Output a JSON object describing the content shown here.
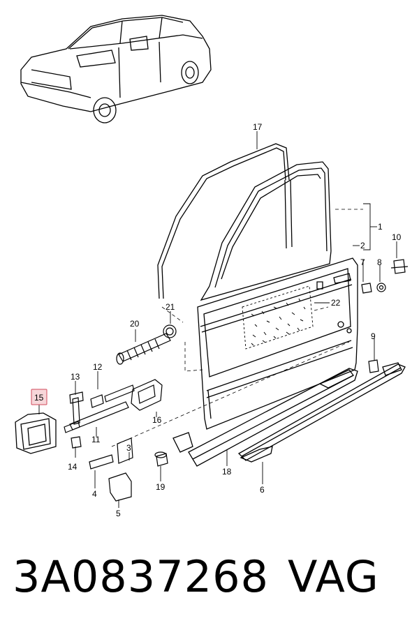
{
  "diagram": {
    "callouts": [
      "1",
      "2",
      "3",
      "4",
      "5",
      "6",
      "7",
      "8",
      "9",
      "10",
      "11",
      "12",
      "13",
      "14",
      "15",
      "16",
      "17",
      "18",
      "19",
      "20",
      "21",
      "22"
    ],
    "highlighted_callout": "15",
    "highlight_color": "#d24a5c"
  },
  "caption": {
    "part_number": "3A0837268",
    "brand": "VAG"
  }
}
